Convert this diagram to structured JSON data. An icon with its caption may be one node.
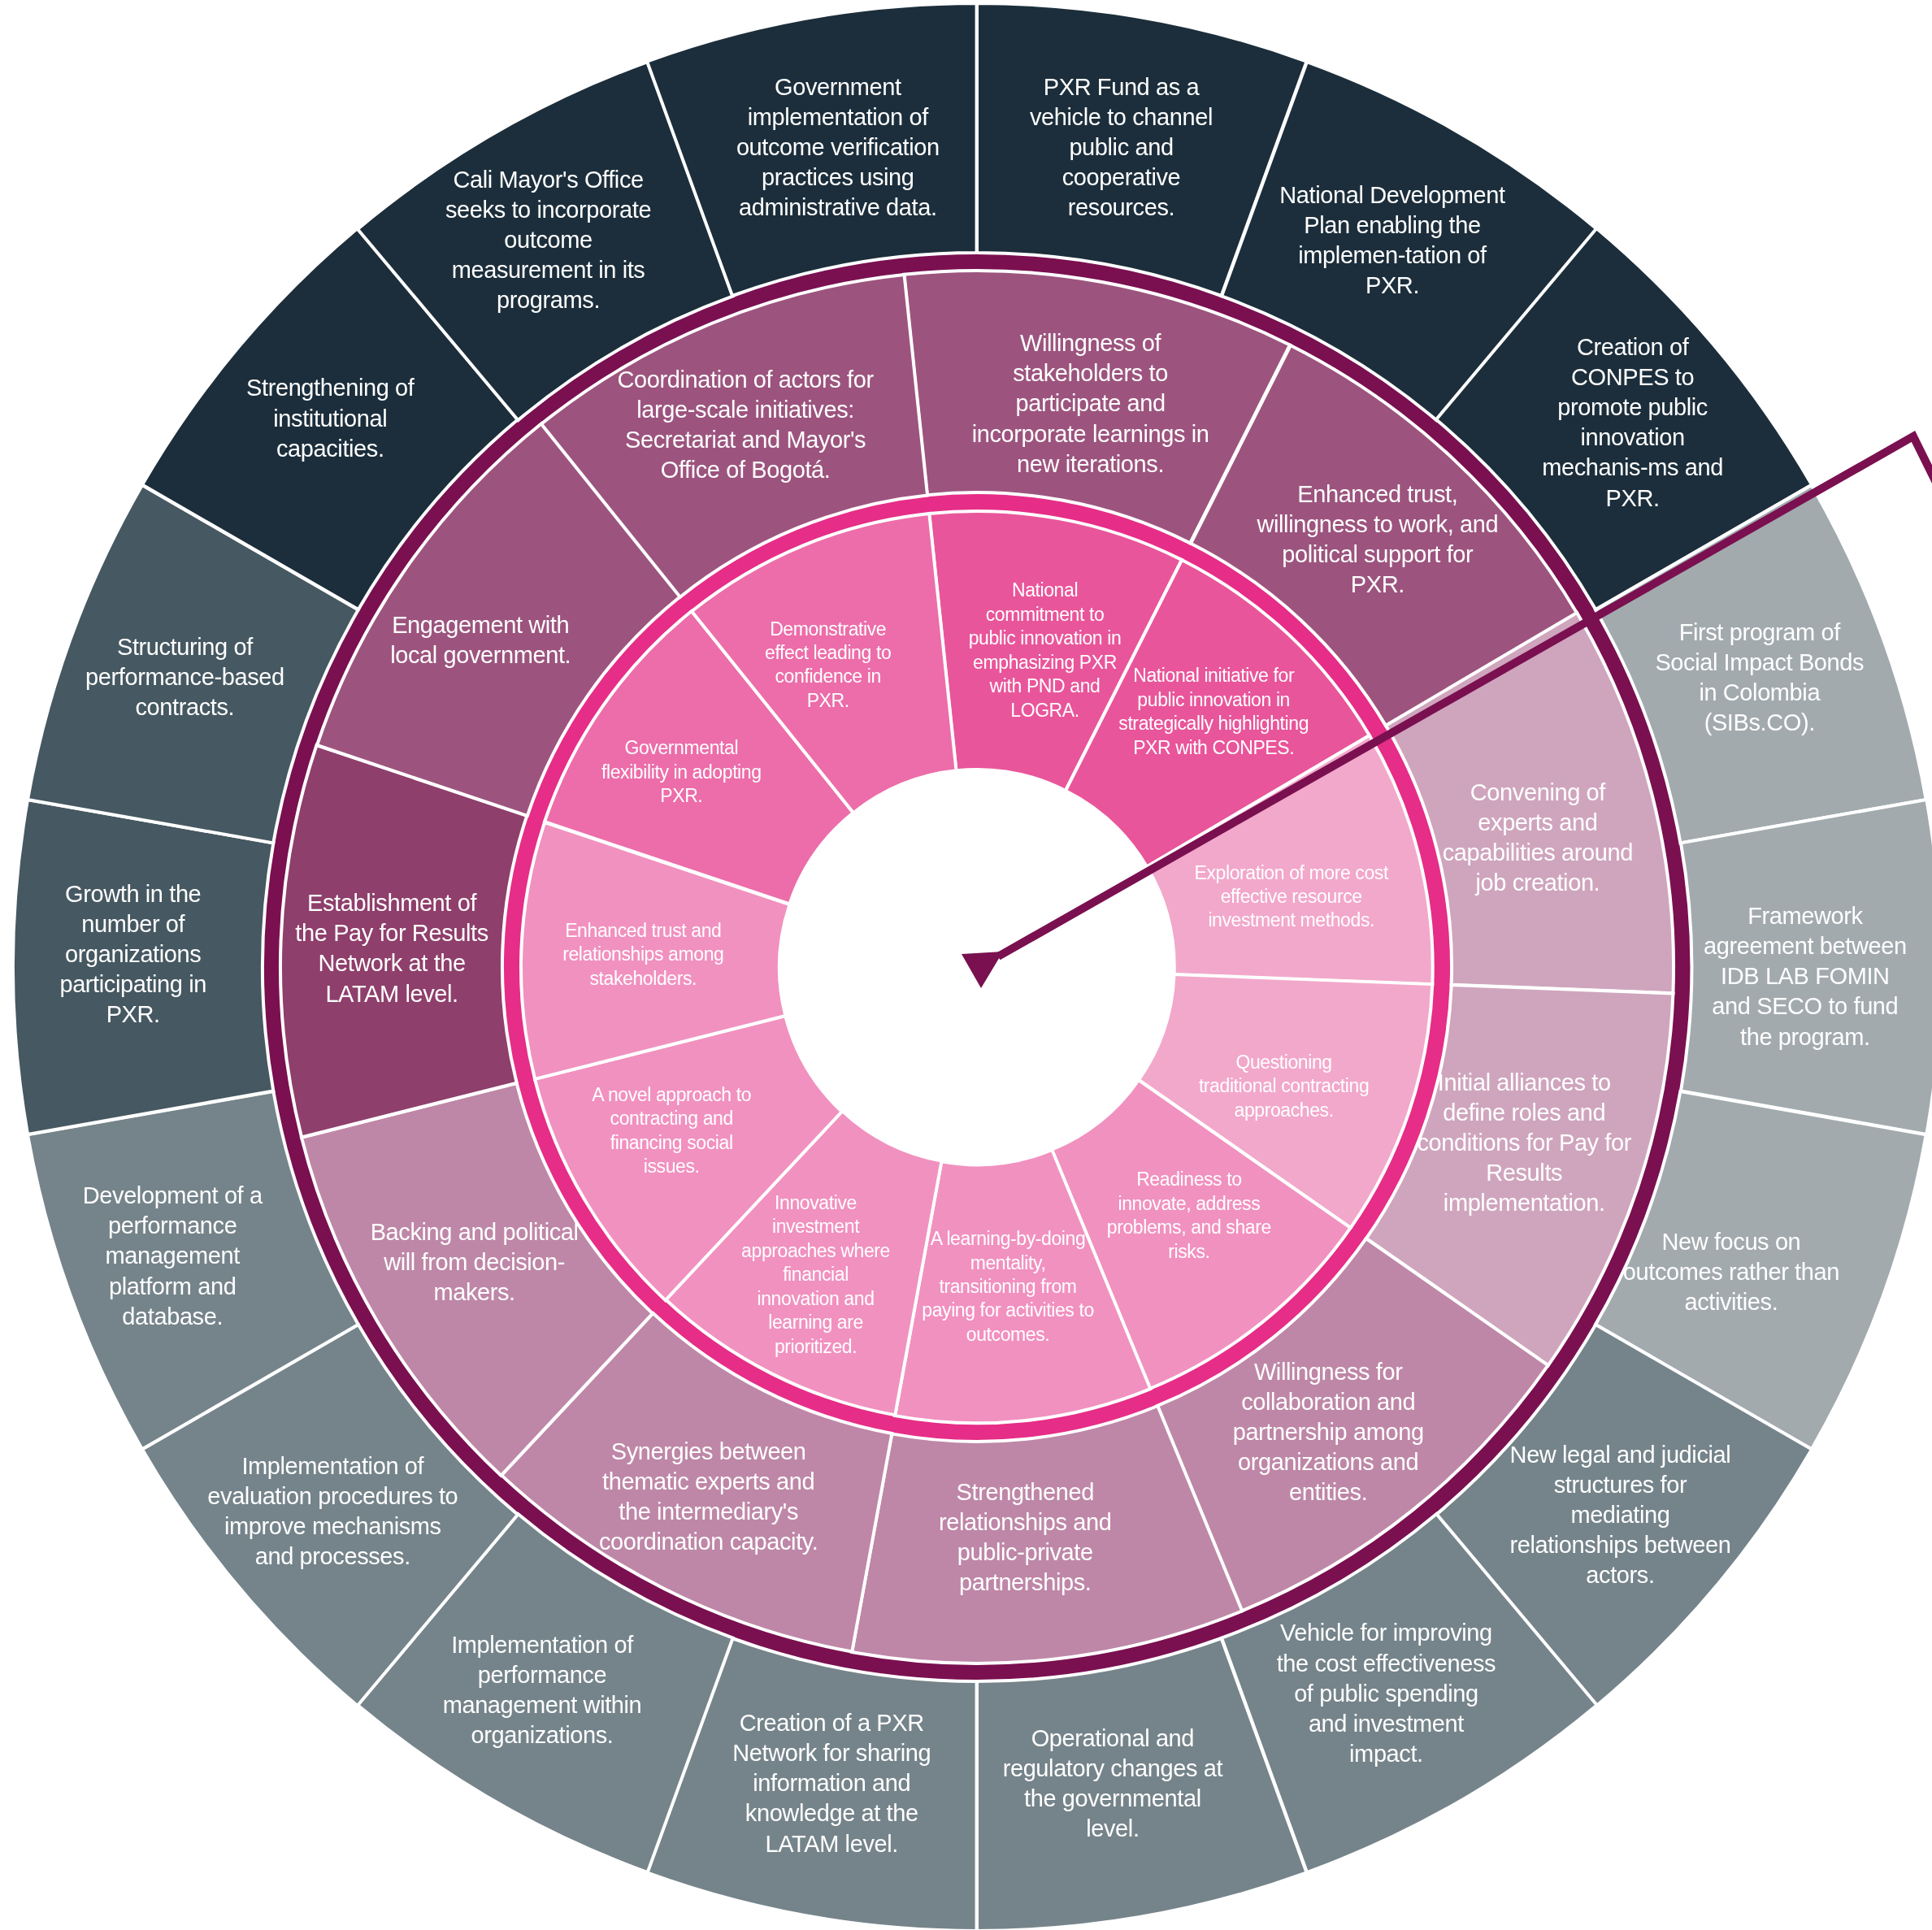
{
  "diagram": {
    "nodes": [
      {
        "text": [
          "PXR Fund as a vehicle to channel public and cooperative resources."
        ]
      },
      {
        "text": [
          "National Development Plan enabling the implemen-tation of PXR."
        ]
      },
      {
        "text": [
          "Creation of CONPES to promote public innovation mechanis-ms and PXR."
        ]
      },
      {
        "text": [
          "First program of Social Impact Bonds in Colombia (SIBs.CO)."
        ]
      },
      {
        "text": [
          "Framework agreement between IDB LAB FOMIN and SECO to fund the program."
        ]
      },
      {
        "text": [
          "New focus on outcomes rather than activities."
        ]
      },
      {
        "text": [
          "New legal and judicial structures for mediating relationships between actors."
        ]
      },
      {
        "text": [
          "Vehicle for improving the cost effectiveness of public spending and investment impact."
        ]
      },
      {
        "text": [
          "Operational and regulatory changes at the governmental level."
        ]
      },
      {
        "text": [
          "Creation of a PXR Network for sharing information and knowledge at the LATAM level."
        ]
      },
      {
        "text": [
          "Implementation of performance management within organizations."
        ]
      },
      {
        "text": [
          "Implementation of evaluation procedures to improve mechanisms and processes."
        ]
      },
      {
        "text": [
          "Development of a performance management platform and database."
        ]
      },
      {
        "text": [
          "Growth in the number of organizations participating in PXR."
        ]
      },
      {
        "text": [
          "Structuring of performance-based contracts."
        ]
      },
      {
        "text": [
          "Strengthening of institutional capacities."
        ]
      },
      {
        "text": [
          "Cali Mayor's Office seeks to incorporate outcome measurement in its programs."
        ]
      },
      {
        "text": [
          "Government implementation of outcome verification practices using administrative data."
        ]
      },
      {
        "text": [
          "Willingness of stakeholders to participate and incorporate learnings in new iterations."
        ]
      },
      {
        "text": [
          "Enhanced trust, willingness to work, and political support for PXR."
        ]
      },
      {
        "text": [
          "Convening of experts and capabilities around job creation."
        ]
      },
      {
        "text": [
          "Initial alliances to define roles and conditions for Pay for Results implementation."
        ]
      },
      {
        "text": [
          "Willingness for collaboration and partnership among organizations and entities."
        ]
      },
      {
        "text": [
          "Strengthened relationships and public-private partnerships."
        ]
      },
      {
        "text": [
          "Synergies between thematic experts and the intermediary's coordination capacity."
        ]
      },
      {
        "text": [
          "Backing and political will from decision-makers."
        ]
      },
      {
        "text": [
          "Establishment of the Pay for Results Network at the LATAM level."
        ]
      },
      {
        "text": [
          "Engagement with local government."
        ]
      },
      {
        "text": [
          "Coordination of actors for large-scale initiatives: Secretariat and Mayor's Office of Bogotá."
        ]
      },
      {
        "text": [
          "National commitment to public innovation in emphasizing PXR with PND and LOGRA."
        ]
      },
      {
        "text": [
          "National initiative for public innovation in strategically highlighting PXR with CONPES."
        ]
      },
      {
        "text": [
          "Exploration of more cost effective resource investment methods."
        ]
      },
      {
        "text": [
          "Questioning traditional contracting approaches."
        ]
      },
      {
        "text": [
          "Readiness to innovate, address problems, and share risks."
        ]
      },
      {
        "text": [
          "A learning-by-doing mentality, transitioning from paying for activities to outcomes."
        ]
      },
      {
        "text": [
          "Innovative investment approaches where financial innovation and learning are prioritized."
        ]
      },
      {
        "text": [
          "A novel approach to contracting and financing social issues."
        ]
      },
      {
        "text": [
          "Enhanced trust and relationships among stakeholders."
        ]
      },
      {
        "text": [
          "Governmental flexibility in adopting PXR."
        ]
      },
      {
        "text": [
          "Demonstrative effect leading to confidence in PXR."
        ]
      }
    ]
  }
}
